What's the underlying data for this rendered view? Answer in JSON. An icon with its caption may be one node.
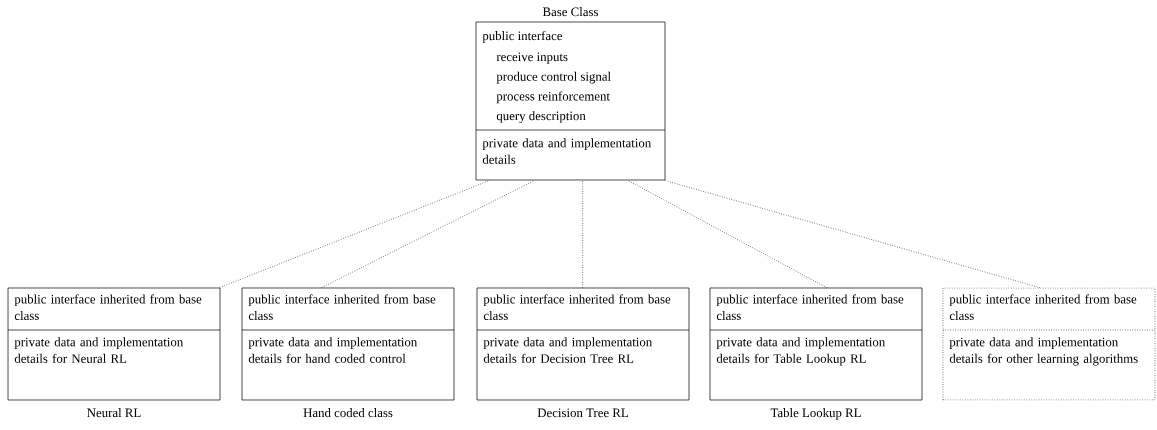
{
  "diagram": {
    "nodes": [
      {
        "text": [
          "Base Class",
          "public interface",
          "receive inputs",
          "produce control signal",
          "process reinforcement",
          "query description",
          "private data and implementation details"
        ]
      },
      {
        "text": [
          "public interface inherited from base class",
          "private data and implementation details for Neural RL"
        ],
        "beside": [
          "Neural RL"
        ]
      },
      {
        "text": [
          "public interface inherited from base class",
          "private data and implementation details for hand coded control"
        ],
        "beside": [
          "Hand coded class"
        ]
      },
      {
        "text": [
          "public interface inherited from base class",
          "private data and implementation details for Decision Tree RL"
        ],
        "beside": [
          "Decision Tree RL"
        ]
      },
      {
        "text": [
          "public interface inherited from base class",
          "private data and implementation details for Table Lookup RL"
        ],
        "beside": [
          "Table Lookup RL"
        ]
      },
      {
        "text": [
          "public interface inherited from base class",
          "private data and implementation details for other learning algorithms"
        ]
      }
    ],
    "edges": [
      {
        "from": 1,
        "to": 0,
        "arrow": "none",
        "style": "dashed"
      },
      {
        "from": 2,
        "to": 0,
        "arrow": "none",
        "style": "dashed"
      },
      {
        "from": 3,
        "to": 0,
        "arrow": "none",
        "style": "dashed"
      },
      {
        "from": 4,
        "to": 0,
        "arrow": "none",
        "style": "dashed"
      },
      {
        "from": 5,
        "to": 0,
        "arrow": "none",
        "style": "dashed"
      }
    ]
  }
}
